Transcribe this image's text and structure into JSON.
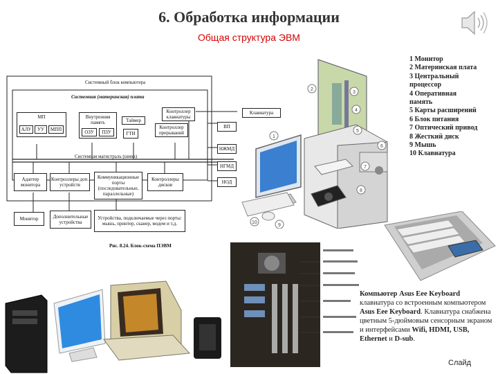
{
  "title": "6. Обработка информации",
  "subtitle": "Общая структура ЭВМ",
  "icons": {
    "speaker": "speaker-icon"
  },
  "diagram": {
    "system_unit": "Системный блок компьютера",
    "motherboard": "Системная (материнская) плата",
    "cpu": "МП",
    "alu": "АЛУ",
    "uu": "УУ",
    "mpp": "МПП",
    "internal_memory": "Внутренняя память",
    "ozu": "ОЗУ",
    "pzu": "ПЗУ",
    "timer": "Таймер",
    "gti": "ГТИ",
    "kbd_controller": "Контроллер клавиатуры",
    "int_controller": "Контроллер прерываний",
    "system_bus": "Системная магистраль (шина)",
    "keyboard": "Клавиатура",
    "vp": "ВП",
    "nzhmd": "НЖМД",
    "ngmd": "НГМД",
    "nod": "НОД",
    "monitor_adapter": "Адаптер монитора",
    "extra_controllers": "Контроллеры доп. устройств",
    "comm_ports": "Коммуникационные порты (последовательные, параллельные)",
    "disk_controllers": "Контроллеры дисков",
    "monitor": "Монитор",
    "extra_devices": "Дополнительные устройства",
    "port_devices": "Устройства, подключаемые через порты: мышь, принтер, сканер, модем и т.д.",
    "caption": "Рис. 8.24. Блок-схема ПЭВМ"
  },
  "legend": [
    "1 Монитор",
    "2 Материнская плата",
    "3 Центральный",
    "процессор",
    "4 Оперативная",
    "память",
    "5 Карты расширений",
    "6 Блок питания",
    "7 Оптический привод",
    "8 Жесткий диск",
    "9 Мышь",
    "10 Клавиатура"
  ],
  "asus_caption": {
    "part1": "Компьютер Asus Eee Keyboard",
    "part2": " клавиатура со встроенным компьютером ",
    "part3": "Asus Eee Keyboard",
    "part4": ". Клавиатура снабжена цветным 5-дюймовым сенсорным экраном и интерфейсами ",
    "part5": "Wifi, HDMI, USB, Ethernet",
    "part6": " и ",
    "part7": "D-sub",
    "part8": "."
  },
  "footer": {
    "slide": "Слайд"
  },
  "colors": {
    "accent": "#d40000",
    "title": "#333333"
  }
}
